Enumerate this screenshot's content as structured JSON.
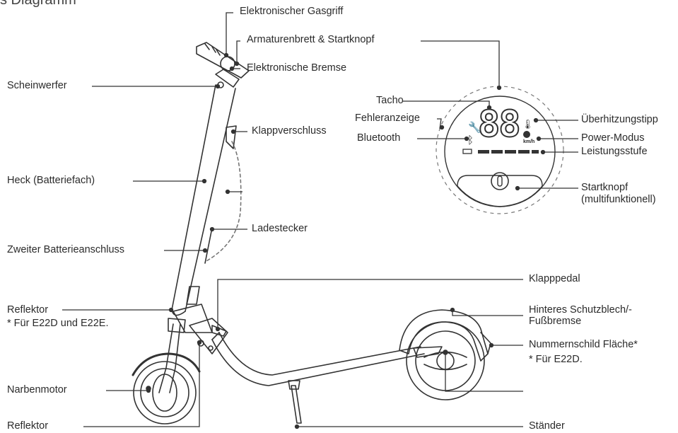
{
  "page_title": "s Diagramm",
  "labels": {
    "gasgriff": "Elektronischer Gasgriff",
    "armaturenbrett": "Armaturenbrett & Startknopf",
    "bremse": "Elektronische Bremse",
    "scheinwerfer": "Scheinwerfer",
    "klappverschluss": "Klappverschluss",
    "heck": "Heck (Batteriefach)",
    "ladestecker": "Ladestecker",
    "zweiter_batterie": "Zweiter Batterieanschluss",
    "reflektor_front": "Reflektor",
    "reflektor_note": "* Für E22D und E22E.",
    "narbenmotor": "Narbenmotor",
    "reflektor_bottom": "Reflektor",
    "klapppedal": "Klapppedal",
    "schutzblech_1": "Hinteres Schutzblech/-",
    "schutzblech_2": "Fußbremse",
    "nummernschild": "Nummernschild Fläche*",
    "nummernschild_note": "* Für E22D.",
    "staender": "Ständer",
    "tacho": "Tacho",
    "fehleranzeige": "Fehleranzeige",
    "bluetooth": "Bluetooth",
    "ueberhitzung": "Überhitzungstipp",
    "power_modus": "Power-Modus",
    "leistungsstufe": "Leistungsstufe",
    "startknopf_1": "Startknopf",
    "startknopf_2": "(multifunktionell)"
  },
  "display": {
    "speed_digits": "88",
    "unit": "km/h"
  },
  "colors": {
    "line": "#333333",
    "text": "#2b2b2b",
    "dashed": "#777777"
  }
}
